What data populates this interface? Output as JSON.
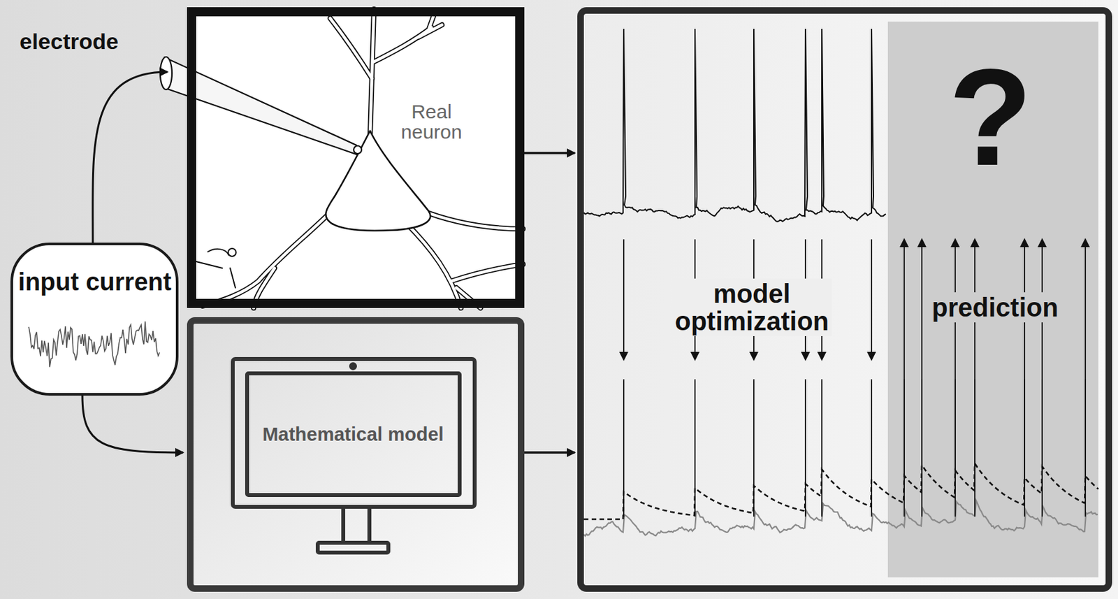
{
  "diagram": {
    "nodes": [
      {
        "text": [
          "input current"
        ]
      },
      {
        "text": [
          "Real neuron"
        ]
      },
      {
        "text": [
          "Mathematical model"
        ]
      },
      {
        "text": [
          "model optimization"
        ]
      },
      {
        "text": [
          "?",
          "prediction"
        ],
        "in": 3
      }
    ],
    "edges": [
      {
        "from": 0,
        "to": 1,
        "arrow": "to"
      },
      {
        "from": 0,
        "to": 2,
        "arrow": "to"
      },
      {
        "from": 1,
        "to": 3,
        "arrow": "to"
      },
      {
        "from": 2,
        "to": 3,
        "arrow": "to"
      }
    ],
    "labels": [
      "electrode"
    ]
  }
}
